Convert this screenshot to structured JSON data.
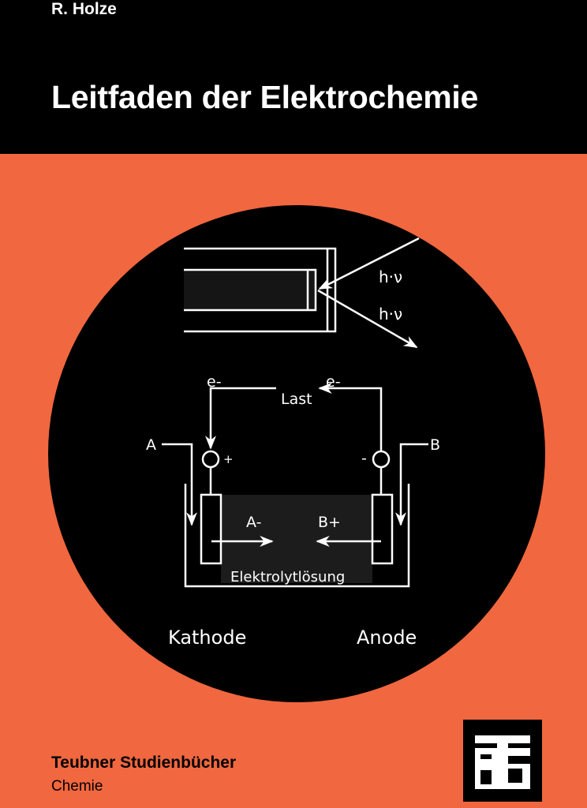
{
  "cover": {
    "author": "R. Holze",
    "title": "Leitfaden der Elektrochemie",
    "series": "Teubner Studienbücher",
    "subject": "Chemie",
    "publisher_logo": "TBG"
  },
  "diagram": {
    "photon_in": "h·ν",
    "photon_out": "h·ν",
    "electron_left": "e-",
    "electron_right": "e-",
    "load": "Last",
    "input_a": "A",
    "input_b": "B",
    "plus": "+",
    "minus": "-",
    "anion": "A-",
    "cation": "B+",
    "electrolyte": "Elektrolytlösung",
    "cathode": "Kathode",
    "anode": "Anode"
  },
  "colors": {
    "background": "#F1673F",
    "band": "#000000",
    "diagram": "#000000",
    "lines": "#FFFFFF"
  }
}
